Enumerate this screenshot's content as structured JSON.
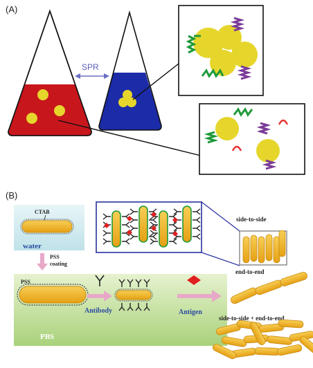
{
  "panel_a": {
    "label": "(A)",
    "spr_label": "SPR",
    "colors": {
      "red_solution": "#c8161d",
      "blue_solution": "#1c2ba8",
      "particle": "#e6d62c",
      "green_ligand": "#1e9a3a",
      "purple_ligand": "#7a3a98",
      "red_ligand": "#e8322e",
      "arrow": "#6a6fc4"
    }
  },
  "panel_b": {
    "label": "(B)",
    "ctab_label": "CTAB",
    "water_label": "water",
    "pss_coating_label": "PSS coating",
    "pss_label": "PSS",
    "pbs_label": "PBS",
    "antibody_label": "Antibody",
    "antigen_label": "Antigen",
    "side_to_side_label": "side-to-side",
    "end_to_end_label": "end-to-end",
    "mixed_label": "side-to-side + end-to-end",
    "colors": {
      "rod": "#f2b21a",
      "rod_stroke": "#c98a10",
      "water_box": "#cfe9ee",
      "pbs_box": "#b6d98a",
      "antigen": "#e02020",
      "arrow": "#e8a8c8",
      "frame_blue": "#2830a0"
    }
  }
}
